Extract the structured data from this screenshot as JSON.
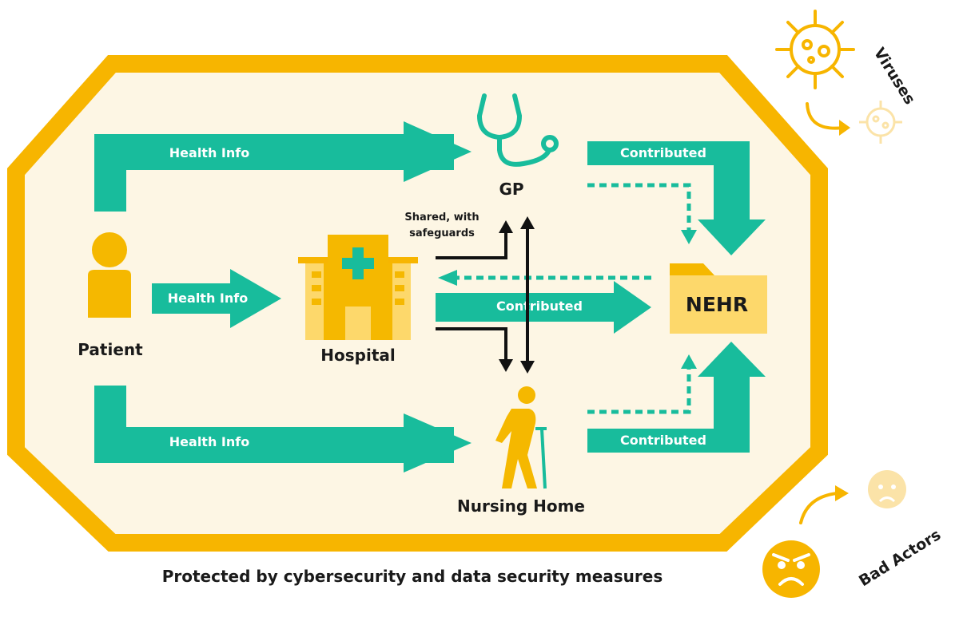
{
  "colors": {
    "frame": "#f7b500",
    "background": "#fdf6e4",
    "flow": "#18bc9c",
    "icon": "#f5b800",
    "icon_light": "#fdd86b",
    "text_dark": "#1a1a1a",
    "faded": "#fbe3a8"
  },
  "nodes": {
    "patient": "Patient",
    "hospital": "Hospital",
    "gp": "GP",
    "nursing_home": "Nursing Home",
    "nehr": "NEHR"
  },
  "edges": {
    "patient_to_gp": "Health Info",
    "patient_to_hospital": "Health Info",
    "patient_to_nursing": "Health Info",
    "gp_to_nehr": "Contributed",
    "hospital_to_nehr": "Contributed",
    "nursing_to_nehr": "Contributed",
    "shared_line1": "Shared, with",
    "shared_line2": "safeguards"
  },
  "threats": {
    "viruses": "Viruses",
    "bad_actors": "Bad Actors"
  },
  "footer": "Protected by cybersecurity and data security measures",
  "icons": [
    "person-icon",
    "hospital-icon",
    "stethoscope-icon",
    "elderly-person-icon",
    "folder-icon",
    "virus-icon",
    "angry-face-icon"
  ]
}
